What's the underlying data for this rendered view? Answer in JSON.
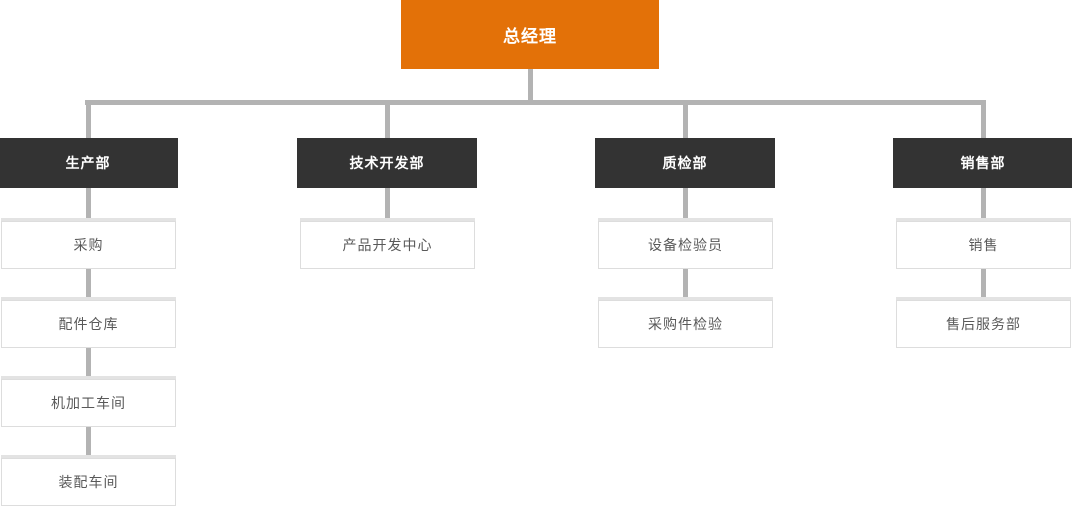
{
  "chart": {
    "type": "org-chart",
    "root": {
      "label": "总经理"
    },
    "columns": [
      {
        "dept": {
          "label": "生产部"
        },
        "children": [
          {
            "label": "采购"
          },
          {
            "label": "配件仓库"
          },
          {
            "label": "机加工车间"
          },
          {
            "label": "装配车间"
          }
        ]
      },
      {
        "dept": {
          "label": "技术开发部"
        },
        "children": [
          {
            "label": "产品开发中心"
          }
        ]
      },
      {
        "dept": {
          "label": "质检部"
        },
        "children": [
          {
            "label": "设备检验员"
          },
          {
            "label": "采购件检验"
          }
        ]
      },
      {
        "dept": {
          "label": "销售部"
        },
        "children": [
          {
            "label": "销售"
          },
          {
            "label": "售后服务部"
          }
        ]
      }
    ],
    "colors": {
      "root_bg": "#e37108",
      "root_text": "#ffffff",
      "dept_bg": "#333333",
      "dept_text": "#ffffff",
      "connector": "#b3b3b3",
      "child_bg": "#ffffff",
      "child_border": "#dddddd",
      "child_text": "#595959",
      "background": "#ffffff"
    }
  }
}
